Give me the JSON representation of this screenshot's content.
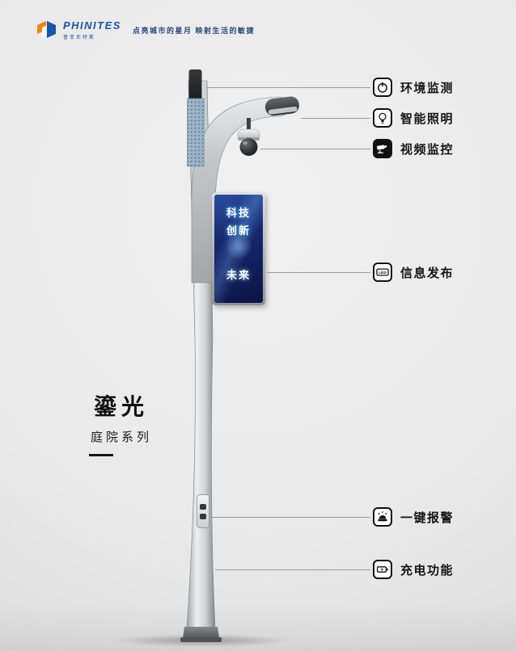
{
  "theme": {
    "page_bg": "#e9e9e9",
    "brand_blue": "#1a56a8",
    "brand_orange": "#f0850f",
    "text_dark": "#161616",
    "leader_line": "#9a9a9a",
    "screen_blue_dark": "#0b1445",
    "screen_blue_light": "#2a4fa0",
    "pole_silver": "#cfd2d4"
  },
  "header": {
    "brand": "PHINITES",
    "brand_sub": "普菲尼特斯",
    "tagline": "点亮城市的星月 映射生活的敏捷"
  },
  "product": {
    "name": "鎏光",
    "series": "庭院系列"
  },
  "screen": {
    "line1": "科技",
    "line2": "创新",
    "line3": "未来"
  },
  "features": [
    {
      "label": "环境监测",
      "icon": "environment-monitor-icon"
    },
    {
      "label": "智能照明",
      "icon": "smart-lighting-icon"
    },
    {
      "label": "视频监控",
      "icon": "video-surveillance-icon"
    },
    {
      "label": "信息发布",
      "icon": "info-display-icon",
      "icon_text": "LED"
    },
    {
      "label": "一键报警",
      "icon": "alarm-icon"
    },
    {
      "label": "充电功能",
      "icon": "charging-icon"
    }
  ]
}
